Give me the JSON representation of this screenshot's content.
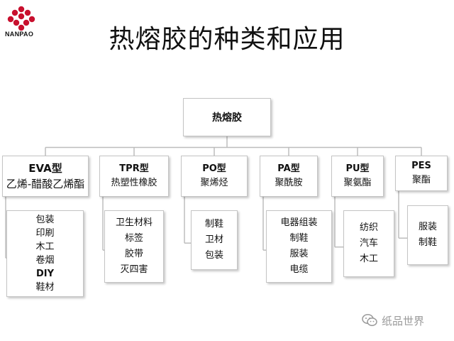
{
  "logo": {
    "text": "NANPAO"
  },
  "title": "热熔胶的种类和应用",
  "diagram": {
    "root": {
      "label": "热熔胶"
    },
    "types": [
      {
        "code": "EVA型",
        "name": "乙烯-醋酸乙烯酯",
        "applications": [
          "包装",
          "印刷",
          "木工",
          "卷烟",
          "DIY",
          "鞋材"
        ]
      },
      {
        "code": "TPR型",
        "name": "热塑性橡胶",
        "applications": [
          "卫生材料",
          "标签",
          "胶带",
          "灭四害"
        ]
      },
      {
        "code": "PO型",
        "name": "聚烯烃",
        "applications": [
          "制鞋",
          "卫材",
          "包装"
        ]
      },
      {
        "code": "PA型",
        "name": "聚酰胺",
        "applications": [
          "电器组装",
          "制鞋",
          "服装",
          "电缆"
        ]
      },
      {
        "code": "PU型",
        "name": "聚氨酯",
        "applications": [
          "纺织",
          "汽车",
          "木工"
        ]
      },
      {
        "code": "PES",
        "name": "聚酯",
        "applications": [
          "服装",
          "制鞋"
        ]
      }
    ]
  },
  "watermark": {
    "text": "纸品世界",
    "icon": "wechat-icon"
  },
  "colors": {
    "logo_red": "#c8102e",
    "border": "#c4c4c4",
    "connector": "#bdbdbd",
    "watermark": "#9a9a9a"
  }
}
